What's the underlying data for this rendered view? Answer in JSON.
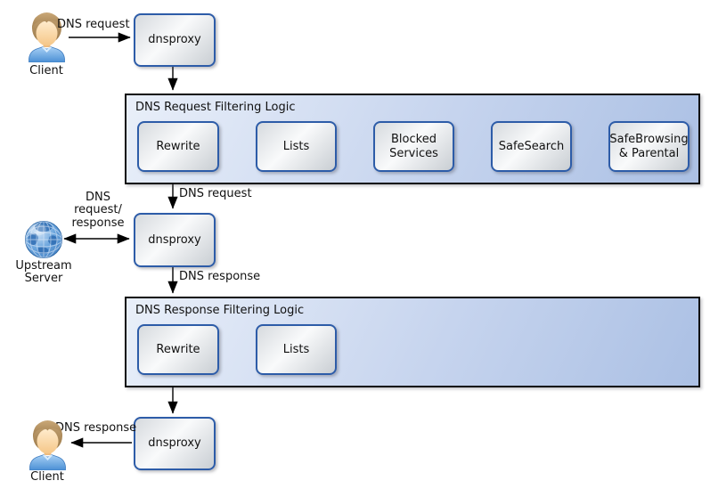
{
  "diagram": {
    "actors": {
      "client_top": {
        "label": "Client"
      },
      "client_bottom": {
        "label": "Client"
      },
      "upstream": {
        "label": "Upstream\nServer"
      }
    },
    "proxies": {
      "top": "dnsproxy",
      "middle": "dnsproxy",
      "bottom": "dnsproxy"
    },
    "request_container": {
      "title": "DNS Request Filtering Logic",
      "boxes": [
        "Rewrite",
        "Lists",
        "Blocked\nServices",
        "SafeSearch",
        "SafeBrowsing\n& Parental"
      ]
    },
    "response_container": {
      "title": "DNS Response Filtering Logic",
      "boxes": [
        "Rewrite",
        "Lists"
      ]
    },
    "edge_labels": {
      "client_request": "DNS request",
      "filtered_request": "DNS request",
      "upstream_exchange": "DNS\nrequest/\nresponse",
      "proxy_response": "DNS response",
      "client_response": "DNS response"
    },
    "colors": {
      "group_fill_light": "#e9eff9",
      "group_fill_dark": "#abc0e4",
      "group_border": "#0b0b0b",
      "node_border": "#2d5ca8",
      "node_fill_light": "#f9fafb",
      "node_fill_dark": "#c9ced3",
      "arrow": "#000000"
    }
  }
}
